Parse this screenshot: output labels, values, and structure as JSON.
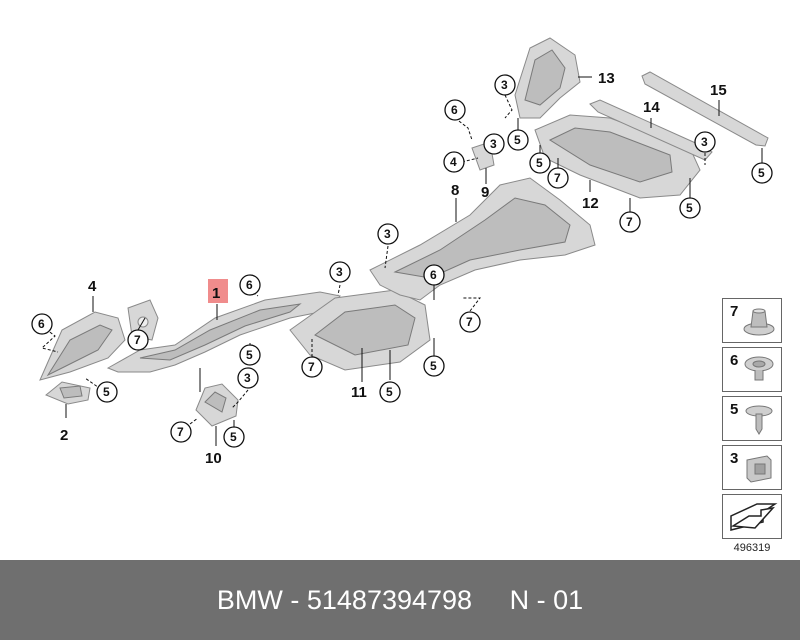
{
  "diagram": {
    "ref_code": "496319",
    "highlight_number": "1",
    "labels": {
      "p1": "1",
      "p2": "2",
      "p4": "4",
      "p8": "8",
      "p9": "9",
      "p10": "10",
      "p11": "11",
      "p12": "12",
      "p13": "13",
      "p14": "14",
      "p15": "15"
    },
    "callouts": {
      "c3": "3",
      "c4": "4",
      "c5": "5",
      "c6": "6",
      "c7": "7"
    },
    "legend": [
      "7",
      "6",
      "5",
      "3"
    ]
  },
  "footer": {
    "brand": "BMW",
    "separator": " - ",
    "part_number": "51487394798",
    "gap": "     ",
    "position_label": "N - 01"
  }
}
